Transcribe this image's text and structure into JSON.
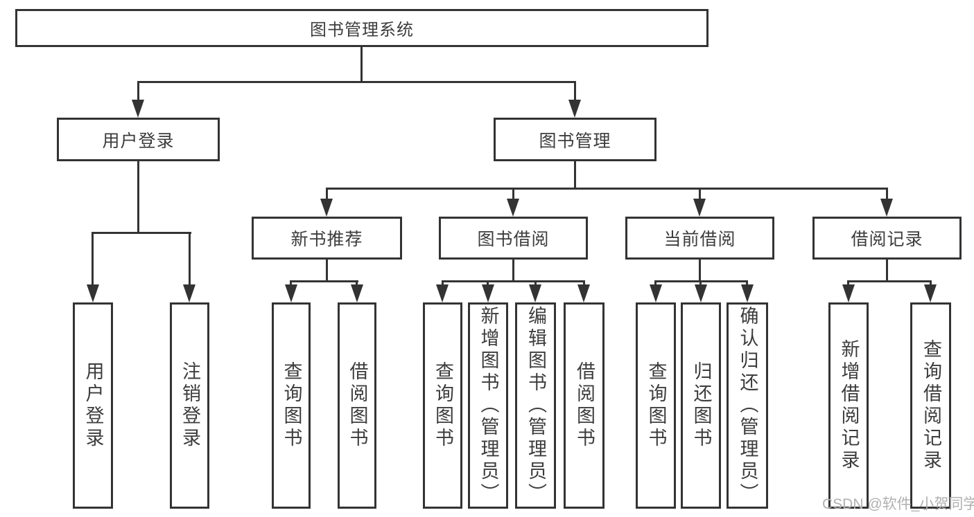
{
  "tree": {
    "root": "图书管理系统",
    "branches": [
      {
        "label": "用户登录",
        "children": [
          "用户登录",
          "注销登录"
        ]
      },
      {
        "label": "图书管理",
        "sections": [
          {
            "label": "新书推荐",
            "children": [
              "查询图书",
              "借阅图书"
            ]
          },
          {
            "label": "图书借阅",
            "children": [
              "查询图书",
              "新增图书（管理员）",
              "编辑图书（管理员）",
              "借阅图书"
            ]
          },
          {
            "label": "当前借阅",
            "children": [
              "查询图书",
              "归还图书",
              "确认归还（管理员）"
            ]
          },
          {
            "label": "借阅记录",
            "children": [
              "新增借阅记录",
              "查询借阅记录"
            ]
          }
        ]
      }
    ]
  },
  "watermark": "CSDN @软件_小贺同学",
  "colors": {
    "line": "#333333",
    "text": "#3c3c3c",
    "background": "#ffffff",
    "watermark": "#b0b0b0"
  }
}
